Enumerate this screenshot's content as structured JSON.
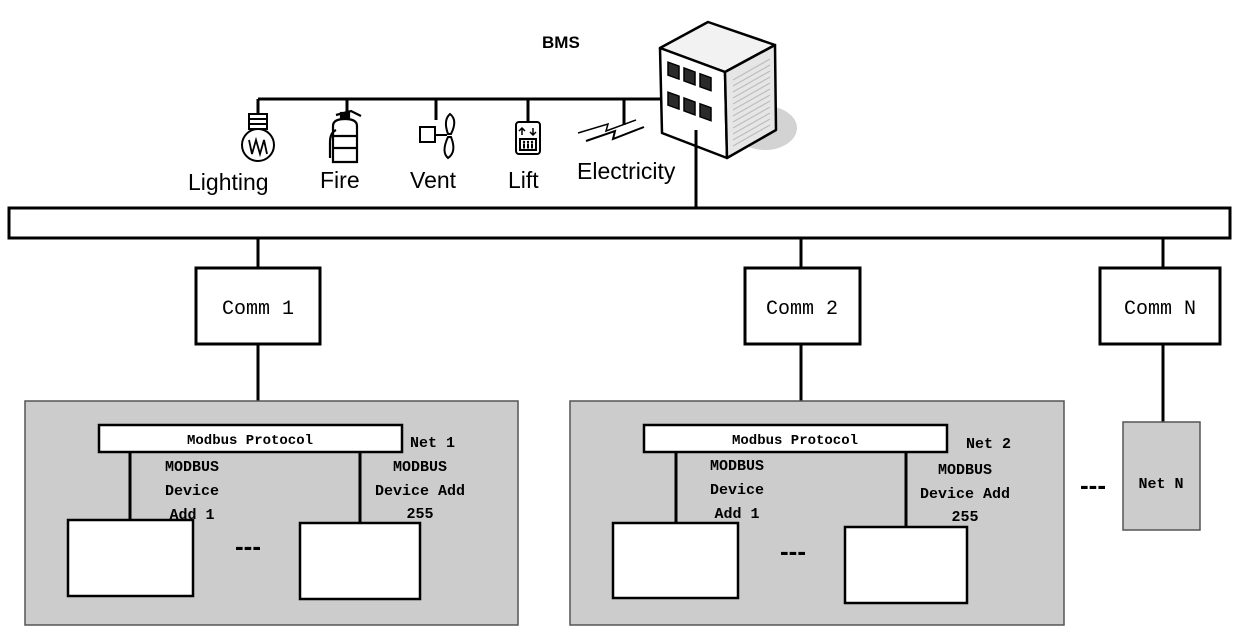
{
  "title": "BMS",
  "icons": [
    {
      "label": "Lighting",
      "icon": "light-bulb-icon"
    },
    {
      "label": "Fire",
      "icon": "fire-extinguisher-icon"
    },
    {
      "label": "Vent",
      "icon": "fan-icon"
    },
    {
      "label": "Lift",
      "icon": "elevator-icon"
    },
    {
      "label": "Electricity",
      "icon": "lightning-icon"
    }
  ],
  "comms": [
    "Comm 1",
    "Comm 2",
    "Comm N"
  ],
  "networks": [
    {
      "protocol": "Modbus Protocol",
      "net": "Net 1",
      "left_device": [
        "MODBUS",
        "Device",
        "Add 1"
      ],
      "right_device": [
        "MODBUS",
        "Device Add",
        "255"
      ],
      "ellipsis": "---"
    },
    {
      "protocol": "Modbus Protocol",
      "net": "Net 2",
      "left_device": [
        "MODBUS",
        "Device",
        "Add 1"
      ],
      "right_device": [
        "MODBUS",
        "Device Add",
        "255"
      ],
      "ellipsis": "---"
    }
  ],
  "net_n": "Net N",
  "net_n_ellipsis": "---",
  "colors": {
    "panel": "#cccccc",
    "line": "#000000",
    "background": "#ffffff"
  }
}
